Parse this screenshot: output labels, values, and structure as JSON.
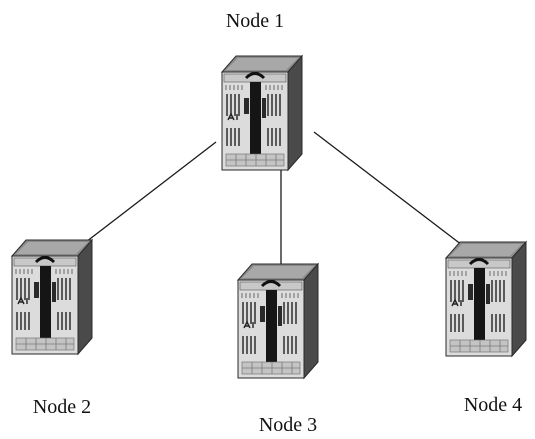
{
  "diagram": {
    "nodes": [
      {
        "id": "node-1",
        "label": "Node 1",
        "icon": "network-chassis-icon"
      },
      {
        "id": "node-2",
        "label": "Node 2",
        "icon": "network-chassis-icon"
      },
      {
        "id": "node-3",
        "label": "Node 3",
        "icon": "network-chassis-icon"
      },
      {
        "id": "node-4",
        "label": "Node 4",
        "icon": "network-chassis-icon"
      }
    ],
    "links": [
      {
        "from": "Node 1",
        "to": "Node 2"
      },
      {
        "from": "Node 1",
        "to": "Node 3"
      },
      {
        "from": "Node 1",
        "to": "Node 4"
      }
    ]
  }
}
